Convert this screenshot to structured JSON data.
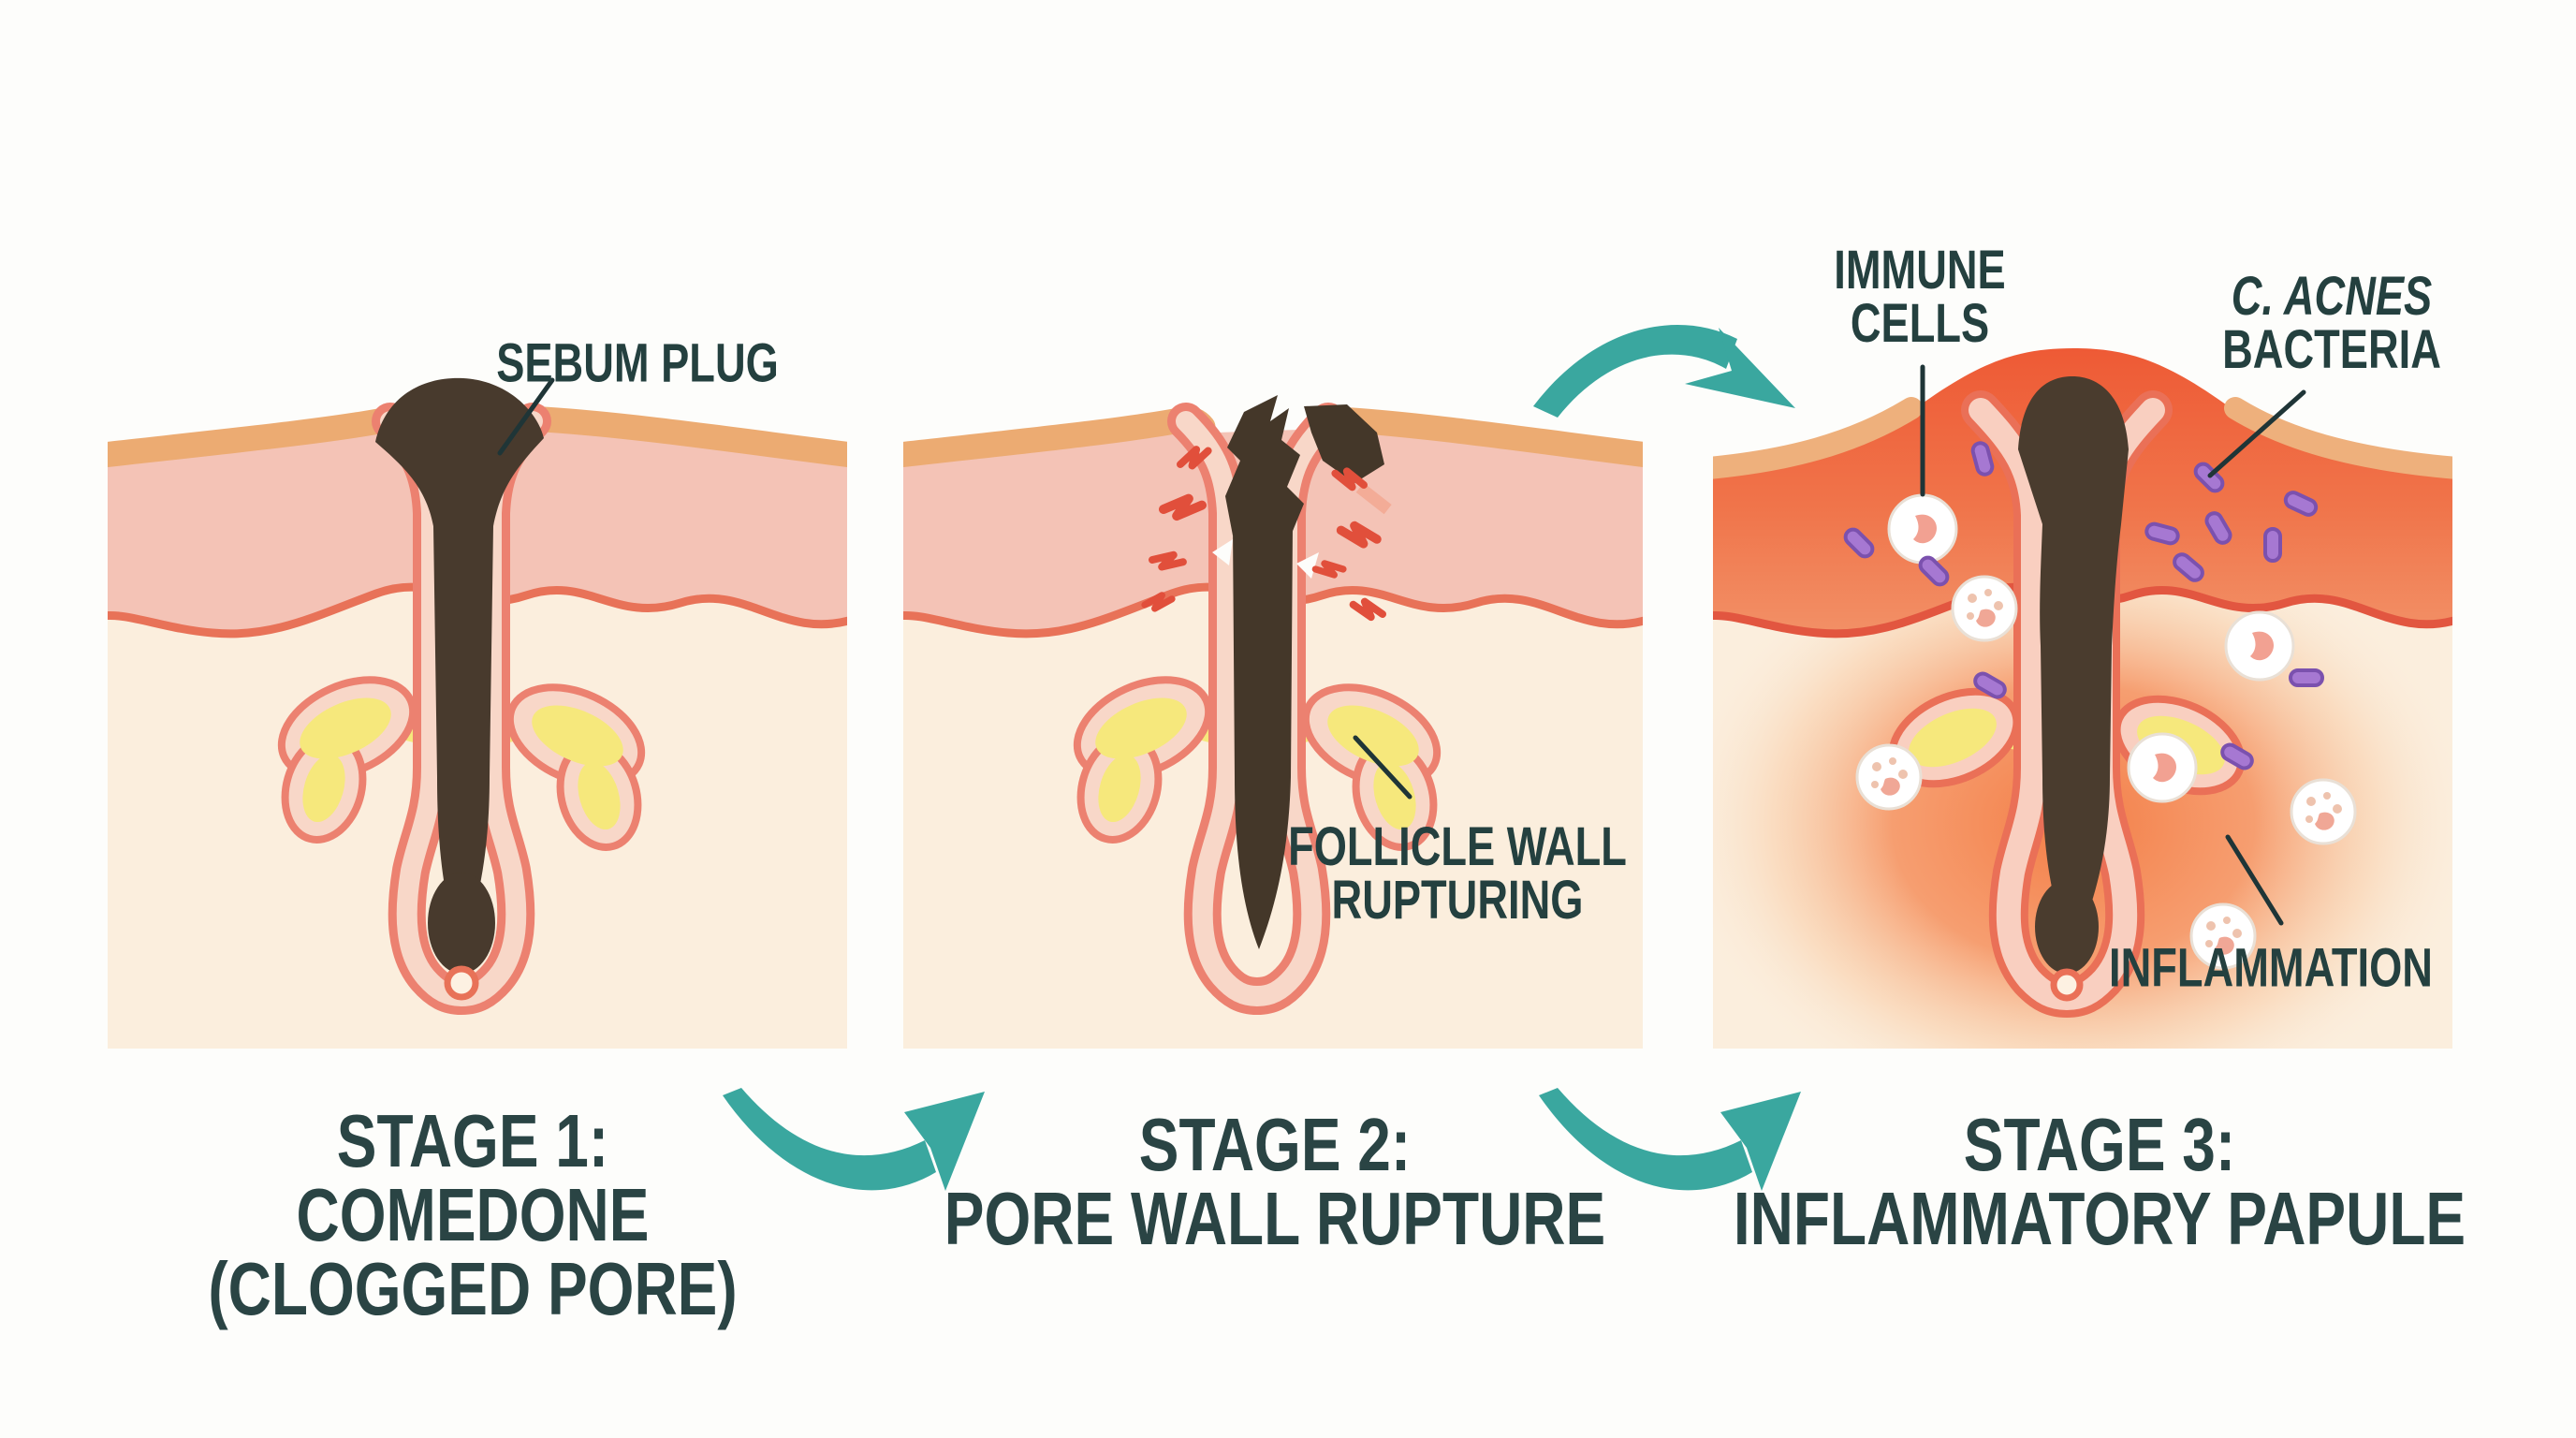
{
  "figure": {
    "subject": "Acne formation stages skin cross-section diagram",
    "stage_count": "3"
  },
  "labels": {
    "sebum_plug": "SEBUM PLUG",
    "follicle_wall_1": "FOLLICLE WALL",
    "follicle_wall_2": "RUPTURING",
    "immune_1": "IMMUNE",
    "immune_2": "CELLS",
    "acnes_1": "C. ACNES",
    "acnes_2": "BACTERIA",
    "inflammation": "INFLAMMATION"
  },
  "captions": {
    "s1_line1": "STAGE 1:",
    "s1_line2": "COMEDONE",
    "s1_line3": "(CLOGGED PORE)",
    "s2_line1": "STAGE 2:",
    "s2_line2": "PORE WALL RUPTURE",
    "s3_line1": "STAGE 3:",
    "s3_line2": "INFLAMMATORY PAPULE"
  },
  "icons": {
    "arrow_stage1_to_2": "teal-swoosh-arrow-up-right",
    "arrow_stage2_to_3_bottom": "teal-swoosh-arrow-up-right",
    "arrow_stage2_to_3_top": "teal-swoosh-arrow-down-right",
    "immune_cell": "white-blob-cell",
    "bacterium": "purple-rod",
    "rupture_bolt": "red-zigzag"
  },
  "colors": {
    "accent_teal": "#3aa79f",
    "label_text": "#24403f",
    "skin_tan": "#ecab72",
    "dermis_pink": "#f4c3b6",
    "wave_coral": "#e87258",
    "hypodermis_cream": "#fbeedd",
    "follicle_coral": "#ec8170",
    "follicle_lining": "#f8d7c8",
    "sebum_yellow": "#f6e87c",
    "plug_brown": "#483a2d",
    "inflamed_red": "#ee5f3a",
    "bacteria_purple": "#a678d2",
    "immune_white": "#ffffff",
    "bolt_red": "#e14f3b"
  }
}
